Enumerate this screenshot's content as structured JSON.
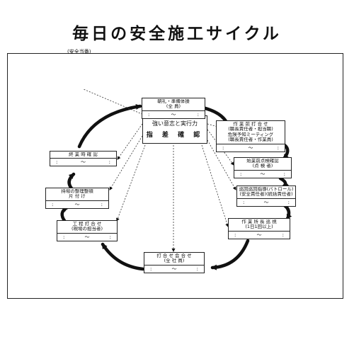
{
  "title": "毎日の安全施工サイクル",
  "note": "(安全当番)",
  "center": {
    "line1": "強い意志と実行力",
    "line2": "指 差 確 認"
  },
  "boxes": [
    {
      "id": "morning",
      "lines": [
        "朝礼・準備体操",
        "(全 員)"
      ]
    },
    {
      "id": "tbm",
      "lines": [
        "作 業 前 打 合 せ",
        "(職長責任者・担当職)",
        "危険予知ミーティング",
        "(職長責任者・作業員)"
      ]
    },
    {
      "id": "startcheck",
      "lines": [
        "始業前点検確認",
        "(点 検 者)"
      ]
    },
    {
      "id": "patrol",
      "lines": [
        "巡回巡回指導(パトロール)",
        "(安全責任者)(統括責任者)"
      ]
    },
    {
      "id": "workcheck",
      "lines": [
        "作 業 所 長 巡 視",
        "(1日1回以上)"
      ]
    },
    {
      "id": "meeting",
      "lines": [
        "打 合 せ 会 合 せ",
        "(全 社 員)"
      ]
    },
    {
      "id": "process",
      "lines": [
        "工 程 打 合 せ",
        "(現場の担当者)"
      ]
    },
    {
      "id": "cleanup",
      "lines": [
        "持場の整理整頓",
        "片  付  け"
      ]
    },
    {
      "id": "finalcheck",
      "lines": [
        "終 業 時 確 認"
      ]
    }
  ],
  "time_placeholder": {
    "left": ":",
    "mid": "〜",
    "right": ":"
  }
}
